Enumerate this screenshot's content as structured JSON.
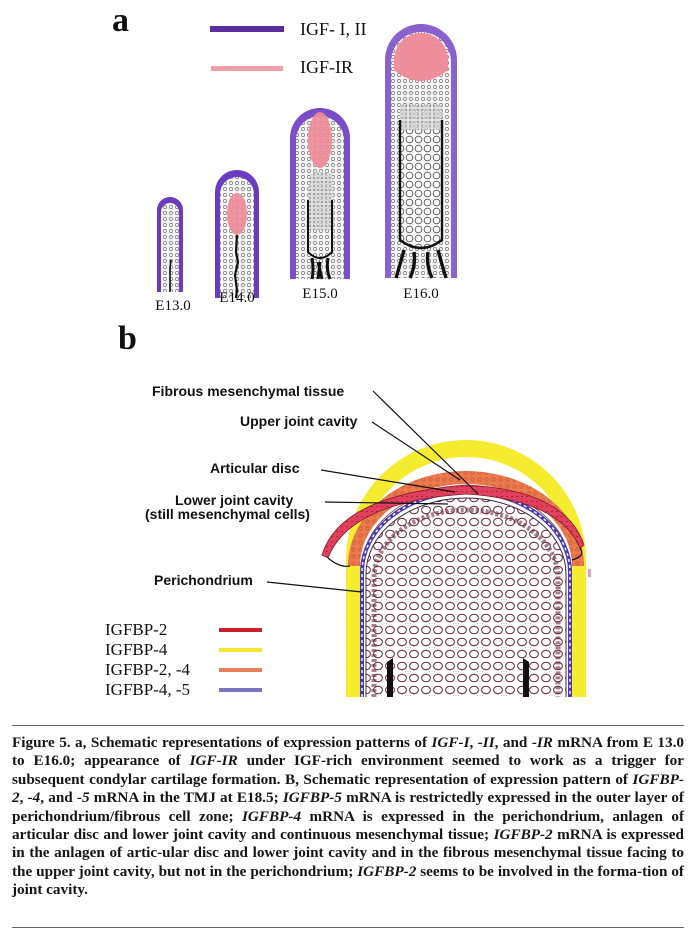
{
  "panel_a": {
    "letter": "a",
    "legend": [
      {
        "label": "IGF- I, II",
        "color": "#5a2fa0"
      },
      {
        "label": "IGF-IR",
        "color": "#f0a0a8"
      }
    ],
    "stages": [
      "E13.0",
      "E14.0",
      "E15.0",
      "E16.0"
    ]
  },
  "panel_b": {
    "letter": "b",
    "annotations": [
      "Fibrous mesenchymal tissue",
      "Upper joint cavity",
      "Articular disc",
      "Lower joint cavity",
      "(still mesenchymal cells)",
      "Perichondrium"
    ],
    "legend": [
      {
        "label": "IGFBP-2",
        "color": "#c8202c"
      },
      {
        "label": "IGFBP-4",
        "color": "#f2e830"
      },
      {
        "label": "IGFBP-2, -4",
        "color": "#e8805a"
      },
      {
        "label": "IGFBP-4, -5",
        "color": "#7a74c0"
      }
    ]
  },
  "caption": {
    "segments": [
      {
        "text": "Figure 5. a, Schematic representations of expression patterns of ",
        "italic": false
      },
      {
        "text": "IGF-I",
        "italic": true
      },
      {
        "text": ", ",
        "italic": false
      },
      {
        "text": "-II",
        "italic": true
      },
      {
        "text": ", and ",
        "italic": false
      },
      {
        "text": "-IR",
        "italic": true
      },
      {
        "text": " mRNA from E 13.0 to E16.0; appearance of ",
        "italic": false
      },
      {
        "text": "IGF-IR",
        "italic": true
      },
      {
        "text": " under IGF-rich environment seemed to work as a trigger for subsequent condylar cartilage formation. B, Schematic representation of expression pattern of ",
        "italic": false
      },
      {
        "text": "IGFBP-2",
        "italic": true
      },
      {
        "text": ", ",
        "italic": false
      },
      {
        "text": "-4",
        "italic": true
      },
      {
        "text": ", and ",
        "italic": false
      },
      {
        "text": "-5",
        "italic": true
      },
      {
        "text": " mRNA in the TMJ at E18.5; ",
        "italic": false
      },
      {
        "text": "IGFBP-5",
        "italic": true
      },
      {
        "text": " mRNA is restrictedly expressed in the outer layer of perichondrium/fibrous cell zone; ",
        "italic": false
      },
      {
        "text": "IGFBP-4",
        "italic": true
      },
      {
        "text": " mRNA is expressed in the perichondrium, anlagen of articular disc and lower joint cavity and continuous mesenchymal tissue; ",
        "italic": false
      },
      {
        "text": "IGFBP-2",
        "italic": true
      },
      {
        "text": " mRNA is expressed in the anlagen of artic-ular disc and lower joint cavity and in the fibrous mesenchymal tissue facing to the upper joint cavity, but not in the perichondrium; ",
        "italic": false
      },
      {
        "text": "IGFBP-2",
        "italic": true
      },
      {
        "text": " seems to be involved in the forma-tion of joint cavity.",
        "italic": false
      }
    ]
  }
}
